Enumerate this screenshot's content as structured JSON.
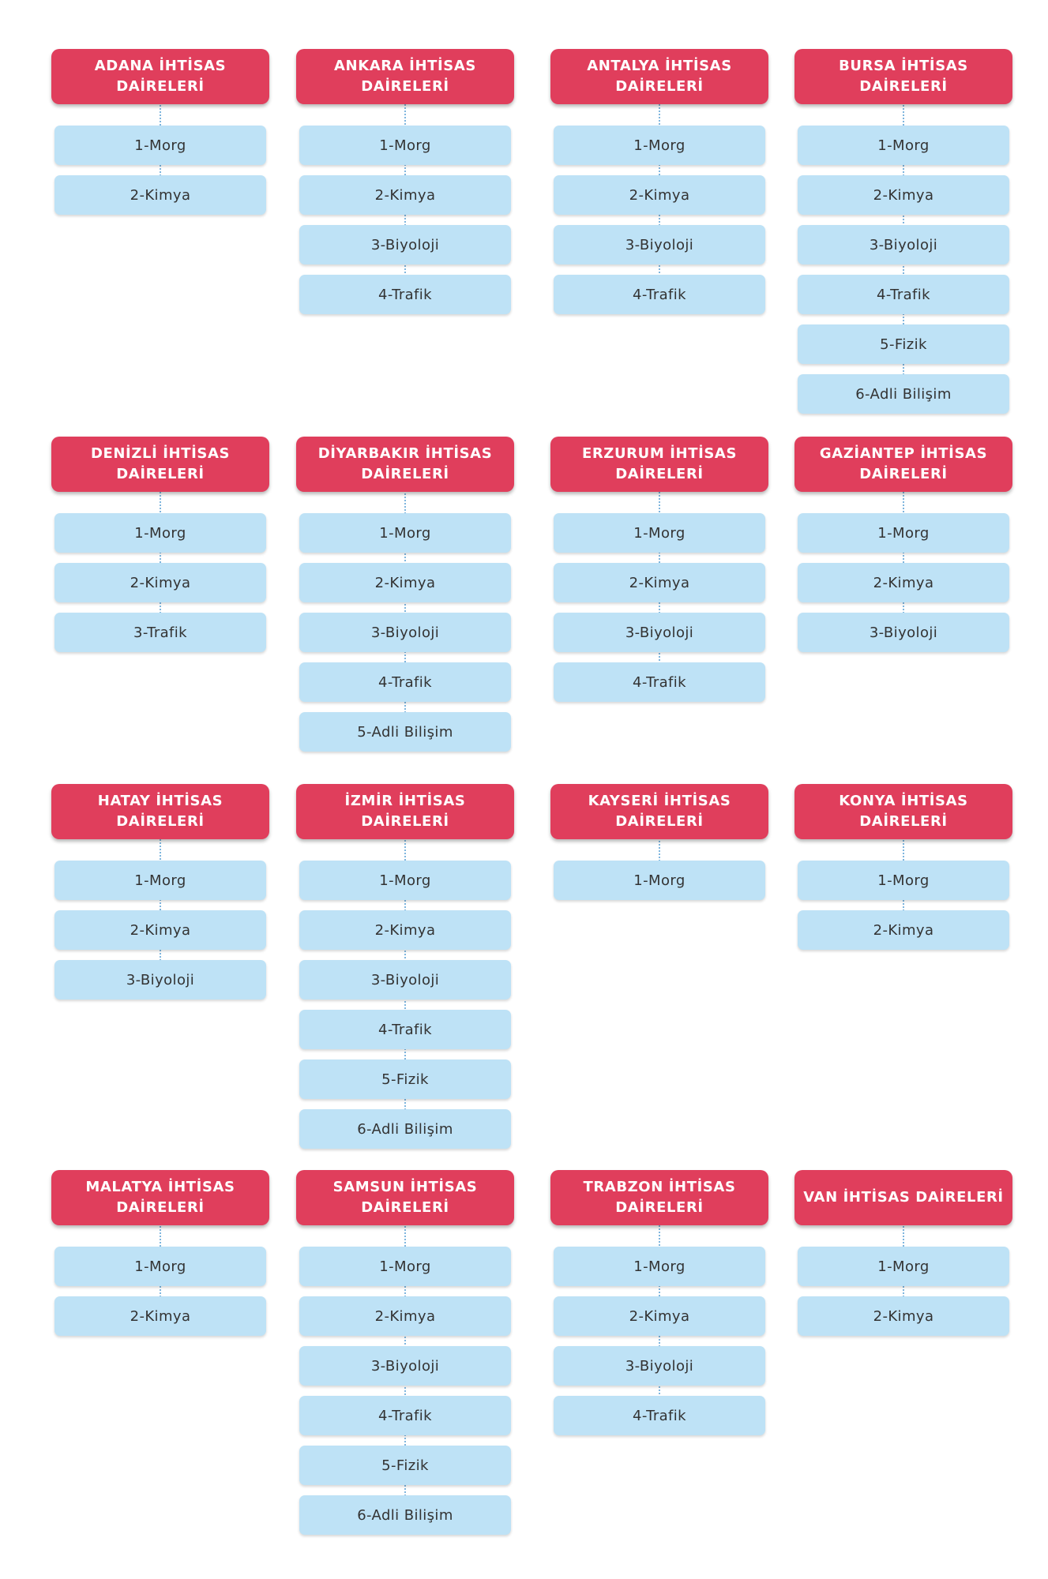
{
  "colors": {
    "header_bg": "#e03e5c",
    "header_text": "#ffffff",
    "item_bg": "#bee2f6",
    "item_text": "#333333",
    "connector": "#7fb6de"
  },
  "rows": [
    [
      {
        "title": "ADANA İHTİSAS DAİRELERİ",
        "items": [
          "1-Morg",
          "2-Kimya"
        ]
      },
      {
        "title": "ANKARA İHTİSAS DAİRELERİ",
        "items": [
          "1-Morg",
          "2-Kimya",
          "3-Biyoloji",
          "4-Trafik"
        ]
      },
      {
        "title": "ANTALYA İHTİSAS DAİRELERİ",
        "items": [
          "1-Morg",
          "2-Kimya",
          "3-Biyoloji",
          "4-Trafik"
        ]
      },
      {
        "title": "BURSA İHTİSAS DAİRELERİ",
        "items": [
          "1-Morg",
          "2-Kimya",
          "3-Biyoloji",
          "4-Trafik",
          "5-Fizik",
          "6-Adli Bilişim"
        ]
      }
    ],
    [
      {
        "title": "DENİZLİ İHTİSAS DAİRELERİ",
        "items": [
          "1-Morg",
          "2-Kimya",
          "3-Trafik"
        ]
      },
      {
        "title": "DİYARBAKIR İHTİSAS DAİRELERİ",
        "items": [
          "1-Morg",
          "2-Kimya",
          "3-Biyoloji",
          "4-Trafik",
          "5-Adli Bilişim"
        ]
      },
      {
        "title": "ERZURUM İHTİSAS DAİRELERİ",
        "items": [
          "1-Morg",
          "2-Kimya",
          "3-Biyoloji",
          "4-Trafik"
        ]
      },
      {
        "title": "GAZİANTEP İHTİSAS DAİRELERİ",
        "items": [
          "1-Morg",
          "2-Kimya",
          "3-Biyoloji"
        ]
      }
    ],
    [
      {
        "title": "HATAY İHTİSAS DAİRELERİ",
        "items": [
          "1-Morg",
          "2-Kimya",
          "3-Biyoloji"
        ]
      },
      {
        "title": "İZMİR İHTİSAS DAİRELERİ",
        "items": [
          "1-Morg",
          "2-Kimya",
          "3-Biyoloji",
          "4-Trafik",
          "5-Fizik",
          "6-Adli Bilişim"
        ]
      },
      {
        "title": "KAYSERİ İHTİSAS DAİRELERİ",
        "items": [
          "1-Morg"
        ]
      },
      {
        "title": "KONYA İHTİSAS DAİRELERİ",
        "items": [
          "1-Morg",
          "2-Kimya"
        ]
      }
    ],
    [
      {
        "title": "MALATYA İHTİSAS DAİRELERİ",
        "items": [
          "1-Morg",
          "2-Kimya"
        ]
      },
      {
        "title": "SAMSUN İHTİSAS DAİRELERİ",
        "items": [
          "1-Morg",
          "2-Kimya",
          "3-Biyoloji",
          "4-Trafik",
          "5-Fizik",
          "6-Adli Bilişim"
        ]
      },
      {
        "title": "TRABZON İHTİSAS DAİRELERİ",
        "items": [
          "1-Morg",
          "2-Kimya",
          "3-Biyoloji",
          "4-Trafik"
        ]
      },
      {
        "title": "VAN İHTİSAS DAİRELERİ",
        "items": [
          "1-Morg",
          "2-Kimya"
        ]
      }
    ]
  ]
}
